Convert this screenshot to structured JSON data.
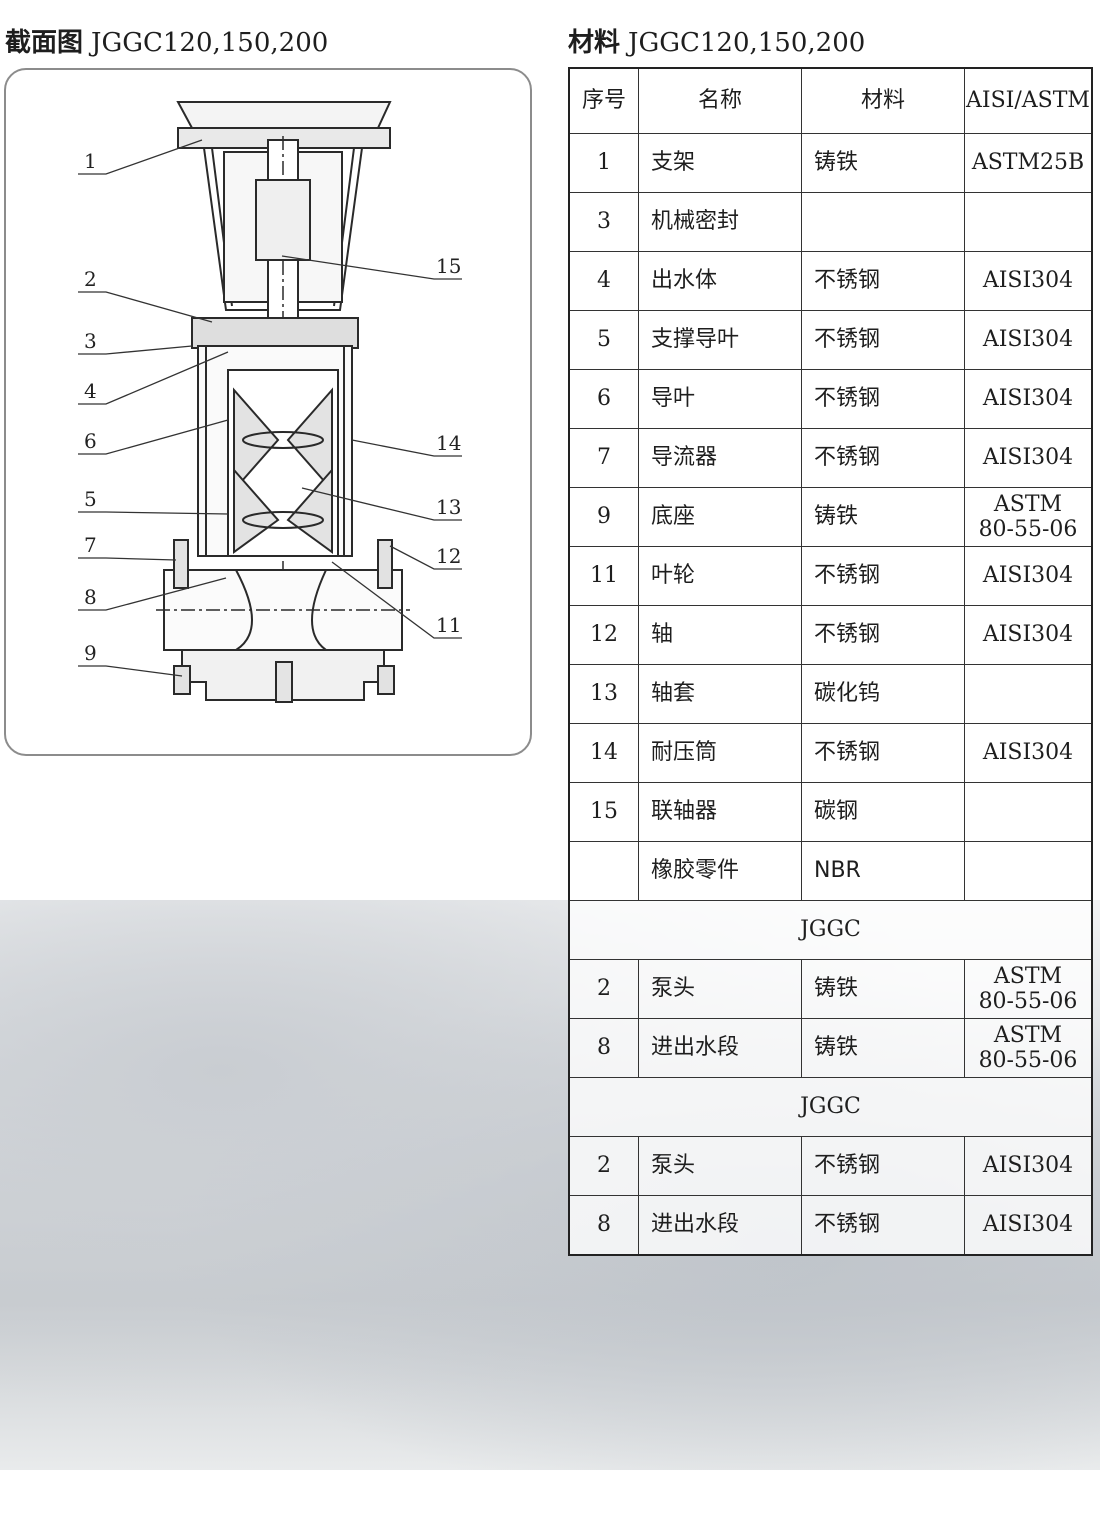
{
  "left_heading": {
    "cn": "截面图",
    "model": "JGGC120,150,200"
  },
  "right_heading": {
    "cn": "材料",
    "model": "JGGC120,150,200"
  },
  "callouts": [
    "1",
    "2",
    "3",
    "4",
    "6",
    "5",
    "7",
    "8",
    "9",
    "15",
    "14",
    "13",
    "12",
    "11"
  ],
  "table": {
    "headers": [
      "序号",
      "名称",
      "材料",
      "AISI/ASTM"
    ],
    "rows": [
      {
        "no": "1",
        "name": "支架",
        "material": "铸铁",
        "std": "ASTM25B"
      },
      {
        "no": "3",
        "name": "机械密封",
        "material": "",
        "std": ""
      },
      {
        "no": "4",
        "name": "出水体",
        "material": "不锈钢",
        "std": "AISI304"
      },
      {
        "no": "5",
        "name": "支撑导叶",
        "material": "不锈钢",
        "std": "AISI304"
      },
      {
        "no": "6",
        "name": "导叶",
        "material": "不锈钢",
        "std": "AISI304"
      },
      {
        "no": "7",
        "name": "导流器",
        "material": "不锈钢",
        "std": "AISI304"
      },
      {
        "no": "9",
        "name": "底座",
        "material": "铸铁",
        "std_l1": "ASTM",
        "std_l2": "80-55-06"
      },
      {
        "no": "11",
        "name": "叶轮",
        "material": "不锈钢",
        "std": "AISI304"
      },
      {
        "no": "12",
        "name": "轴",
        "material": "不锈钢",
        "std": "AISI304"
      },
      {
        "no": "13",
        "name": "轴套",
        "material": "碳化钨",
        "std": ""
      },
      {
        "no": "14",
        "name": "耐压筒",
        "material": "不锈钢",
        "std": "AISI304"
      },
      {
        "no": "15",
        "name": "联轴器",
        "material": "碳钢",
        "std": ""
      },
      {
        "no": "",
        "name": "橡胶零件",
        "material": "NBR",
        "std": ""
      }
    ],
    "group1": {
      "title": "JGGC",
      "rows": [
        {
          "no": "2",
          "name": "泵头",
          "material": "铸铁",
          "std_l1": "ASTM",
          "std_l2": "80-55-06"
        },
        {
          "no": "8",
          "name": "进出水段",
          "material": "铸铁",
          "std_l1": "ASTM",
          "std_l2": "80-55-06"
        }
      ]
    },
    "group2": {
      "title": "JGGC",
      "rows": [
        {
          "no": "2",
          "name": "泵头",
          "material": "不锈钢",
          "std": "AISI304"
        },
        {
          "no": "8",
          "name": "进出水段",
          "material": "不锈钢",
          "std": "AISI304"
        }
      ]
    }
  }
}
